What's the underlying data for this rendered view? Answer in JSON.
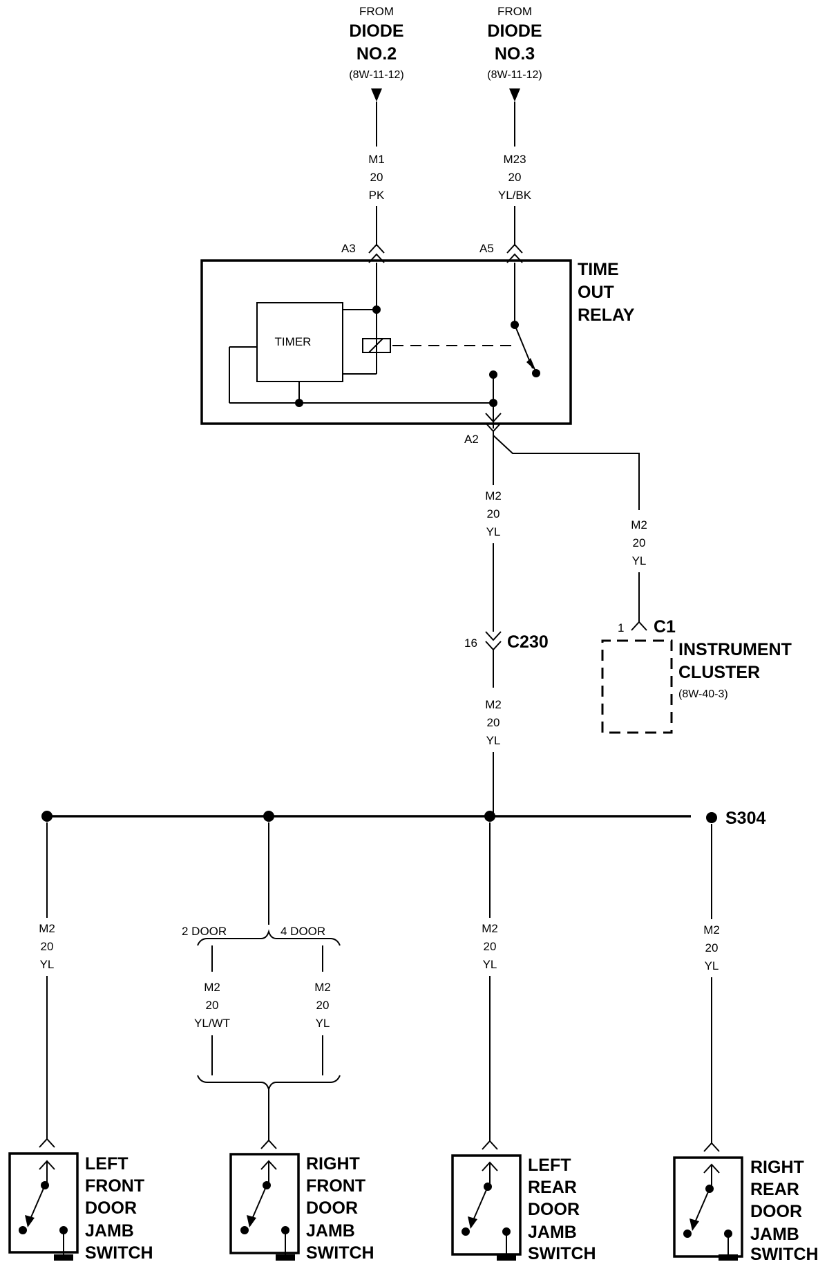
{
  "sources": {
    "diode2": {
      "from": "FROM",
      "name": "DIODE",
      "num": "NO.2",
      "ref": "(8W-11-12)"
    },
    "diode3": {
      "from": "FROM",
      "name": "DIODE",
      "num": "NO.3",
      "ref": "(8W-11-12)"
    }
  },
  "wires": {
    "m1": {
      "circuit": "M1",
      "gauge": "20",
      "color": "PK"
    },
    "m23": {
      "circuit": "M23",
      "gauge": "20",
      "color": "YL/BK"
    },
    "m2_relay": {
      "circuit": "M2",
      "gauge": "20",
      "color": "YL"
    },
    "m2_ic": {
      "circuit": "M2",
      "gauge": "20",
      "color": "YL"
    },
    "m2_splice": {
      "circuit": "M2",
      "gauge": "20",
      "color": "YL"
    },
    "m2_lf": {
      "circuit": "M2",
      "gauge": "20",
      "color": "YL"
    },
    "m2_2door": {
      "circuit": "M2",
      "gauge": "20",
      "color": "YL/WT"
    },
    "m2_4door": {
      "circuit": "M2",
      "gauge": "20",
      "color": "YL"
    },
    "m2_lr": {
      "circuit": "M2",
      "gauge": "20",
      "color": "YL"
    },
    "m2_rr": {
      "circuit": "M2",
      "gauge": "20",
      "color": "YL"
    }
  },
  "relay": {
    "line1": "TIME",
    "line2": "OUT",
    "line3": "RELAY",
    "timer": "TIMER",
    "pins": {
      "a3": "A3",
      "a5": "A5",
      "a2": "A2"
    }
  },
  "connector": {
    "pin": "16",
    "id": "C230"
  },
  "cluster": {
    "pin": "1",
    "id": "C1",
    "line1": "INSTRUMENT",
    "line2": "CLUSTER",
    "ref": "(8W-40-3)"
  },
  "splice": "S304",
  "options": {
    "two_door": "2 DOOR",
    "four_door": "4 DOOR"
  },
  "switches": {
    "lf": [
      "LEFT",
      "FRONT",
      "DOOR",
      "JAMB",
      "SWITCH"
    ],
    "rf": [
      "RIGHT",
      "FRONT",
      "DOOR",
      "JAMB",
      "SWITCH"
    ],
    "lr": [
      "LEFT",
      "REAR",
      "DOOR",
      "JAMB",
      "SWITCH"
    ],
    "rr": [
      "RIGHT",
      "REAR",
      "DOOR",
      "JAMB",
      "SWITCH"
    ]
  }
}
